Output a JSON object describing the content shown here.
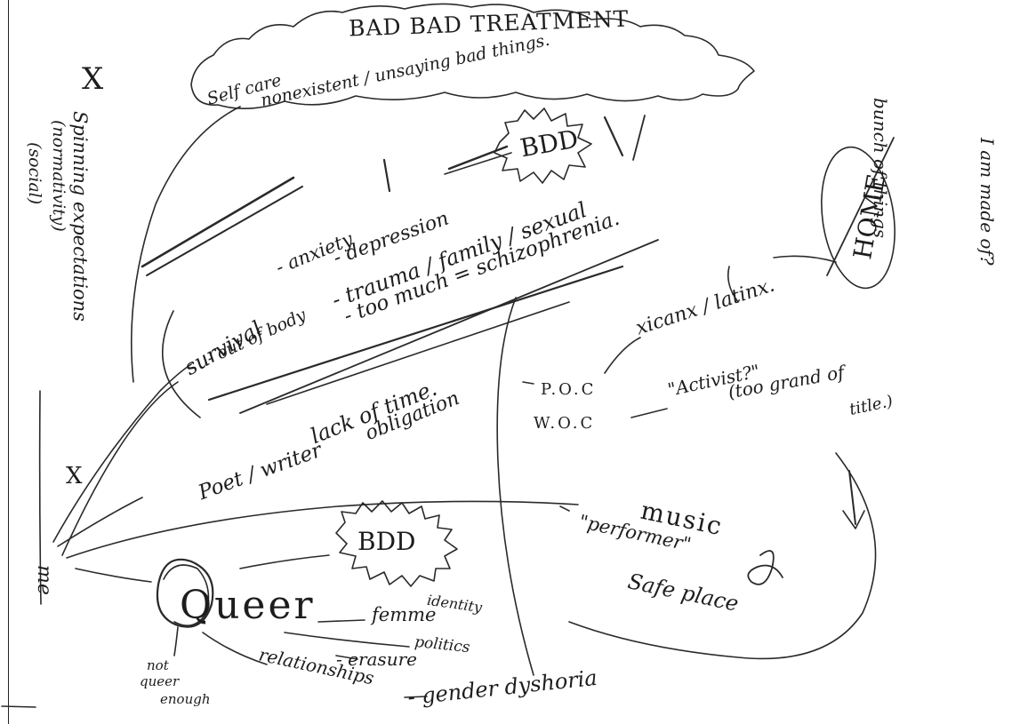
{
  "cloud_title": "BAD BAD TREATMENT",
  "cloud_line1": "Self care",
  "cloud_line2": "nonexistent / unsaying bad things.",
  "side_note_line1": "bunch of things",
  "side_note_line2": "I am made of?",
  "expectations_line1": "Spinning expectations",
  "expectations_line2": "(normativity)",
  "expectations_line3": "(social)",
  "mark_x": "X",
  "center_node": "me",
  "bdd_top": "BDD",
  "bdd_bottom": "BDD",
  "survival": "survival",
  "anxiety": "- anxiety",
  "out_of_body": "- out of body",
  "depression": "- depression",
  "trauma": "- trauma / family / sexual",
  "too_much": "- too much = schizophrenia.",
  "home": "HOME",
  "xicanx": "xicanx / latinx.",
  "poc": "P.O.C",
  "woc": "W.O.C",
  "activist_line1": "\"Activist?\"",
  "activist_line2": "(too grand of",
  "activist_line3": "title.)",
  "lack_of_time": "lack of time.",
  "obligation": "obligation",
  "poet_writer": "Poet / writer",
  "music": "music",
  "performer": "\"performer\"",
  "safe_place": "Safe place",
  "queer": "Queer",
  "femme": "femme",
  "identity": "identity",
  "politics": "politics",
  "erasure": "- erasure",
  "relationships": "relationships",
  "gender_dysphoria": "- gender dyshoria",
  "not_queer_line1": "not",
  "not_queer_line2": "queer",
  "not_queer_line3": "enough"
}
